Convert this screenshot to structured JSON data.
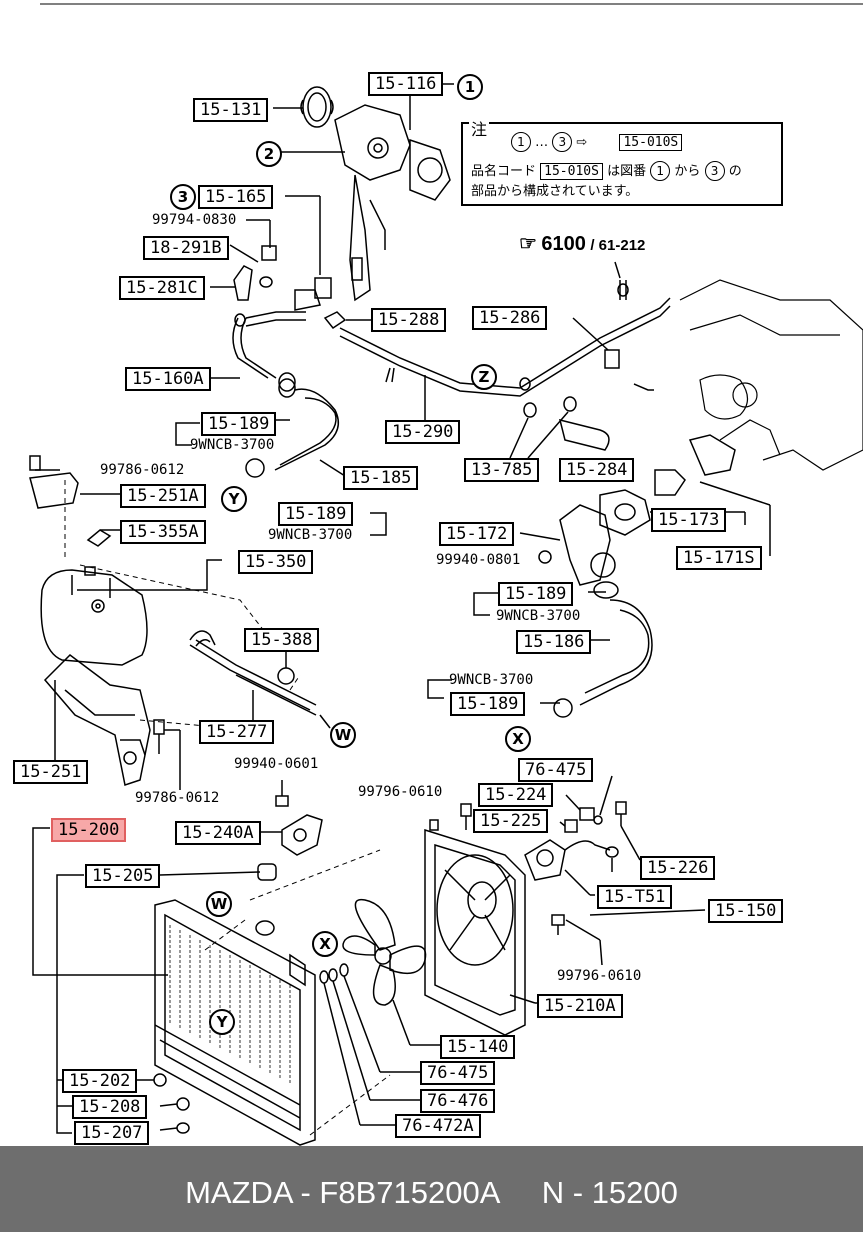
{
  "labels": {
    "p15_116": "15-116",
    "p15_131": "15-131",
    "p15_165": "15-165",
    "p18_291b": "18-291B",
    "p15_281c": "15-281C",
    "p15_288": "15-288",
    "p15_286": "15-286",
    "p15_160a": "15-160A",
    "p15_189_a": "15-189",
    "p15_290": "15-290",
    "p13_785": "13-785",
    "p15_284": "15-284",
    "p15_185": "15-185",
    "p15_251a": "15-251A",
    "p15_189_b": "15-189",
    "p15_173": "15-173",
    "p15_172": "15-172",
    "p15_171s": "15-171S",
    "p15_355a": "15-355A",
    "p15_350": "15-350",
    "p15_189_c": "15-189",
    "p15_186": "15-186",
    "p15_388": "15-388",
    "p15_277": "15-277",
    "p15_189_d": "15-189",
    "p15_251": "15-251",
    "p76_475_a": "76-475",
    "p15_224": "15-224",
    "p15_225": "15-225",
    "p15_200": "15-200",
    "p15_240a": "15-240A",
    "p15_226": "15-226",
    "p15_205": "15-205",
    "p15_t51": "15-T51",
    "p15_150": "15-150",
    "p15_210a": "15-210A",
    "p15_140": "15-140",
    "p15_202": "15-202",
    "p76_475_b": "76-475",
    "p15_208": "15-208",
    "p76_476": "76-476",
    "p15_207": "15-207",
    "p76_472a": "76-472A"
  },
  "codes": {
    "c99794": "99794-0830",
    "c9wncb_a": "9WNCB-3700",
    "c99786_a": "99786-0612",
    "c9wncb_b": "9WNCB-3700",
    "c99940_a": "99940-0801",
    "c9wncb_c": "9WNCB-3700",
    "c9wncb_d": "9WNCB-3700",
    "c99940_b": "99940-0601",
    "c99786_b": "99786-0612",
    "c99796_a": "99796-0610",
    "c99796_b": "99796-0610"
  },
  "markers": {
    "m1": "1",
    "m2": "2",
    "m3": "3",
    "z": "Z",
    "y1": "Y",
    "w1": "W",
    "x1": "X",
    "w2": "W",
    "x2": "X",
    "y2": "Y"
  },
  "note": {
    "title": "注",
    "c1": "1",
    "ellipsis": "…",
    "c3": "3",
    "arrow": "⇨",
    "box1": "15-010S",
    "line2_a": "品名コード",
    "box2": "15-010S",
    "line2_b": "は図番",
    "c1b": "1",
    "line2_c": "から",
    "c3b": "3",
    "line2_d": "の",
    "line3": "部品から構成されています。"
  },
  "reference": {
    "icon": "☞",
    "main": "6100",
    "sub": "/ 61-212"
  },
  "footer": {
    "text": "MAZDA - F8B715200A     N - 15200"
  },
  "colors": {
    "highlight": "#f7a8a8",
    "footer_bg": "#6e6e6e"
  }
}
